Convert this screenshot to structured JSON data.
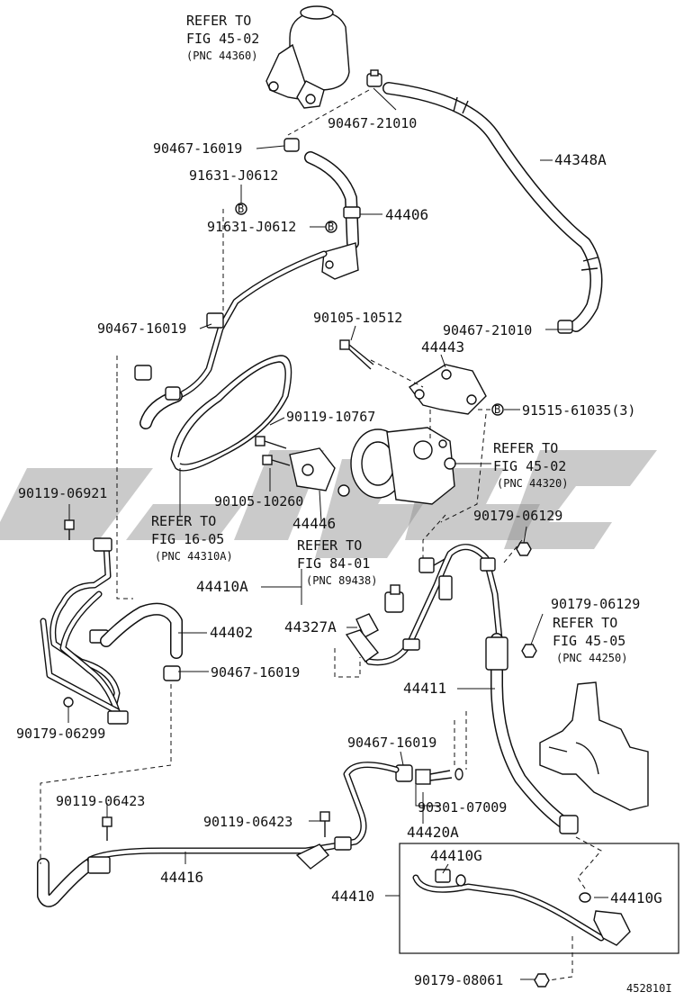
{
  "diagram": {
    "labels": {
      "refer_reservoir": [
        "REFER TO",
        "FIG 45-02",
        "(PNC 44360)"
      ],
      "c_90467_21010_top": "90467-21010",
      "c_44348A": "44348A",
      "c_90467_16019_a": "90467-16019",
      "c_91631_J0612_a": "91631-J0612",
      "c_44406": "44406",
      "c_91631_J0612_b": "91631-J0612",
      "c_90467_16019_b": "90467-16019",
      "c_90105_10512": "90105-10512",
      "c_90467_21010_mid": "90467-21010",
      "c_44443": "44443",
      "c_91515_61035": "91515-61035(3)",
      "c_90119_10767": "90119-10767",
      "refer_pump": [
        "REFER TO",
        "FIG 45-02",
        "(PNC 44320)"
      ],
      "c_90105_10260": "90105-10260",
      "c_44446": "44446",
      "c_90119_06921": "90119-06921",
      "refer_belt": [
        "REFER TO",
        "FIG 16-05",
        "(PNC 44310A)"
      ],
      "refer_sensor": [
        "REFER TO",
        "FIG 84-01",
        "(PNC 89438)"
      ],
      "c_90179_06129_a": "90179-06129",
      "c_44410A": "44410A",
      "c_90179_06129_b": "90179-06129",
      "refer_gear": [
        "REFER TO",
        "FIG 45-05",
        "(PNC 44250)"
      ],
      "c_44327A": "44327A",
      "c_44402": "44402",
      "c_90467_16019_c": "90467-16019",
      "c_44411": "44411",
      "c_90179_06299": "90179-06299",
      "c_90467_16019_d": "90467-16019",
      "c_90119_06423_a": "90119-06423",
      "c_90119_06423_b": "90119-06423",
      "c_90301_07009": "90301-07009",
      "c_44420A": "44420A",
      "c_44410G_a": "44410G",
      "c_44416": "44416",
      "c_44410": "44410",
      "c_44410G_b": "44410G",
      "c_90179_08061": "90179-08061",
      "illustration_no": "452810I",
      "washer_mark": "B"
    }
  }
}
